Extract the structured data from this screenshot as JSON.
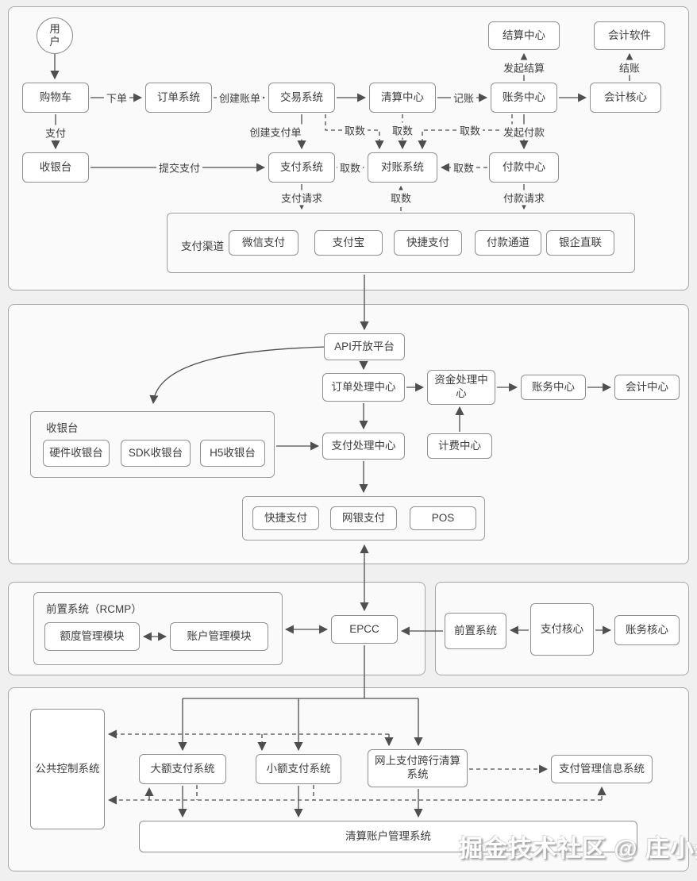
{
  "watermark": "掘金技术社区 @ 庄小焱",
  "colors": {
    "page_bg": "#f0f0f0",
    "panel_bg": "#fafafa",
    "node_bg": "#ffffff",
    "node_border": "#8f8f8f",
    "line": "#4f4f4f",
    "text": "#3d3d3d"
  },
  "s1": {
    "nodes": {
      "user": "用户",
      "cart": "购物车",
      "order_system": "订单系统",
      "trade_system": "交易系统",
      "clearing_center": "清算中心",
      "accounting_center": "账务中心",
      "accounting_core": "会计核心",
      "settlement_center": "结算中心",
      "accounting_software": "会计软件",
      "cashier": "收银台",
      "payment_system": "支付系统",
      "reconciliation_system": "对账系统",
      "payout_center": "付款中心"
    },
    "channels": {
      "label": "支付渠道",
      "items": [
        "微信支付",
        "支付宝",
        "快捷支付",
        "付款通道",
        "银企直联"
      ]
    },
    "labels": {
      "place_order": "下单",
      "create_bill": "创建账单",
      "bookkeeping": "记账",
      "initiate_settlement": "发起结算",
      "settle": "结账",
      "pay": "支付",
      "create_payment_order": "创建支付单",
      "submit_payment": "提交支付",
      "initiate_payout": "发起付款",
      "payment_request": "支付请求",
      "payout_request": "付款请求",
      "fetch_data": "取数"
    }
  },
  "s2": {
    "nodes": {
      "api_platform": "API开放平台",
      "order_processing_center": "订单处理中心",
      "funds_processing_center": "资金处理中心",
      "accounting_center": "账务中心",
      "finance_center": "会计中心",
      "billing_center": "计费中心",
      "payment_processing_center": "支付处理中心"
    },
    "cashier_group": {
      "label": "收银台",
      "items": [
        "硬件收银台",
        "SDK收银台",
        "H5收银台"
      ]
    },
    "pay_methods": [
      "快捷支付",
      "网银支付",
      "POS"
    ]
  },
  "s3": {
    "rcmp_group": {
      "label": "前置系统（RCMP）",
      "items": [
        "额度管理模块",
        "账户管理模块"
      ]
    },
    "nodes": {
      "epcc": "EPCC",
      "front_system": "前置系统",
      "payment_core": "支付核心",
      "accounting_core": "账务核心"
    }
  },
  "s4": {
    "nodes": {
      "public_control_system": "公共控制系统",
      "hvps": "大额支付系统",
      "beps": "小额支付系统",
      "ibps": "网上支付跨行清算系统",
      "pmis": "支付管理信息系统",
      "clearing_account_mgmt": "清算账户管理系统"
    }
  }
}
